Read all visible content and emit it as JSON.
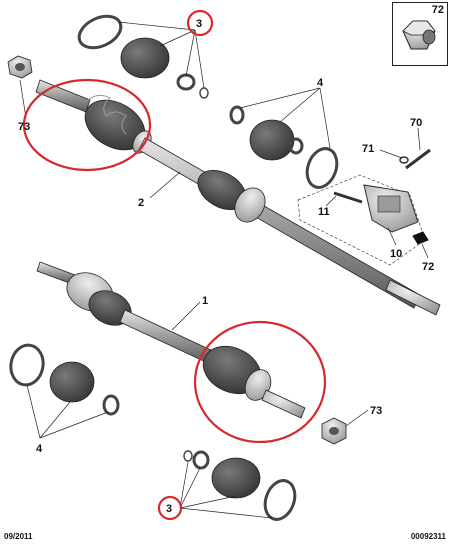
{
  "callouts": {
    "top_boot_kit": "3",
    "bottom_boot_kit": "3",
    "left_boot_kit": "4",
    "right_boot_kit": "4",
    "shaft_top": "2",
    "shaft_bottom": "1",
    "nut_top": "73",
    "nut_bottom": "73",
    "bracket": "10",
    "bolt": "11",
    "washer": "71",
    "bracket_bolt": "70",
    "inset_part": "72",
    "bracket_nut": "72"
  },
  "footer": {
    "date": "09/2011",
    "diagram_id": "00092311"
  },
  "colors": {
    "highlight": "#d6282e",
    "line": "#222222",
    "metal_dark": "#6f6f6f",
    "metal_light": "#cfcfcf",
    "rubber": "#4a4a4a"
  }
}
